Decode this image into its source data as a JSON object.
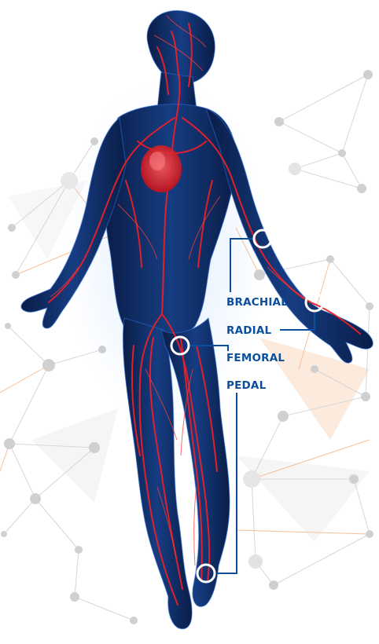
{
  "colors": {
    "label_text": "#0b4f9c",
    "leader_line": "#0b4f9c",
    "marker_ring": "#ffffff",
    "body_fill": "#0d2a5e",
    "vessel": "#e8202a",
    "network_line": "#d9d9d9",
    "network_accent": "#f3b07a",
    "network_node": "#cfcfcf"
  },
  "icons": {
    "figure": "human-circulatory-figure",
    "marker": "pulse-point-ring"
  },
  "pulse_points": [
    {
      "id": "brachial",
      "label": "BRACHIAL"
    },
    {
      "id": "radial",
      "label": "RADIAL"
    },
    {
      "id": "femoral",
      "label": "FEMORAL"
    },
    {
      "id": "pedal",
      "label": "PEDAL"
    }
  ]
}
